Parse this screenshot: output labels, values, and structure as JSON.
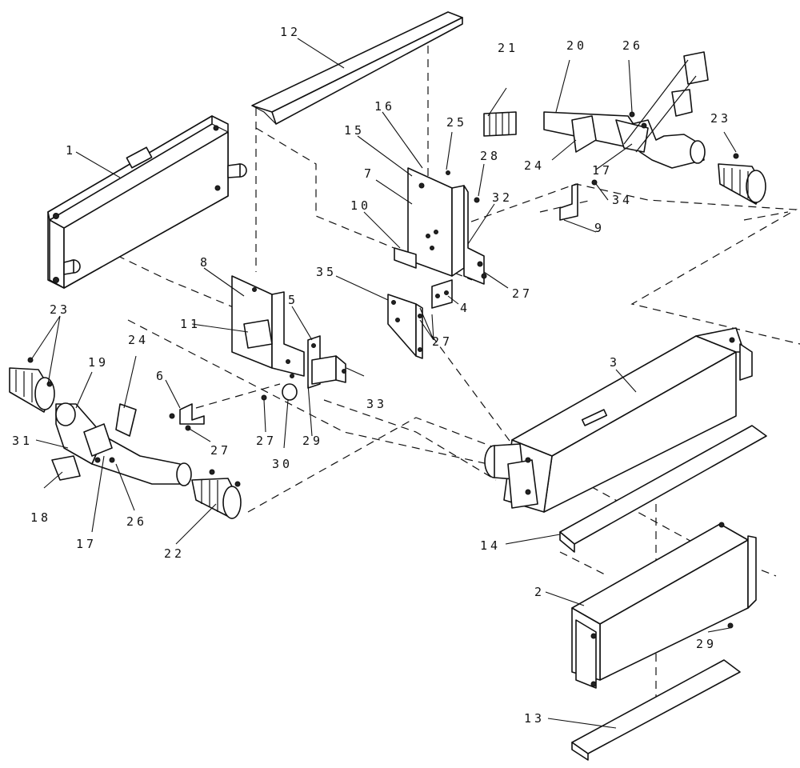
{
  "diagram": {
    "type": "exploded-parts-view",
    "line_color": "#111111",
    "background": "#ffffff"
  },
  "callouts": {
    "c1": "1",
    "c2": "2",
    "c3": "3",
    "c4": "4",
    "c5": "5",
    "c6": "6",
    "c7": "7",
    "c8": "8",
    "c9": "9",
    "c10": "10",
    "c11": "11",
    "c12": "12",
    "c13": "13",
    "c14": "14",
    "c15": "15",
    "c16": "16",
    "c17a": "17",
    "c17b": "17",
    "c18": "18",
    "c19": "19",
    "c20": "20",
    "c21": "21",
    "c22": "22",
    "c23a": "23",
    "c23b": "23",
    "c24a": "24",
    "c24b": "24",
    "c25": "25",
    "c26a": "26",
    "c26b": "26",
    "c27a": "27",
    "c27b": "27",
    "c27c": "27",
    "c27d": "27",
    "c28": "28",
    "c29a": "29",
    "c29b": "29",
    "c30": "30",
    "c31": "31",
    "c32": "32",
    "c33": "33",
    "c34": "34",
    "c35": "35"
  }
}
